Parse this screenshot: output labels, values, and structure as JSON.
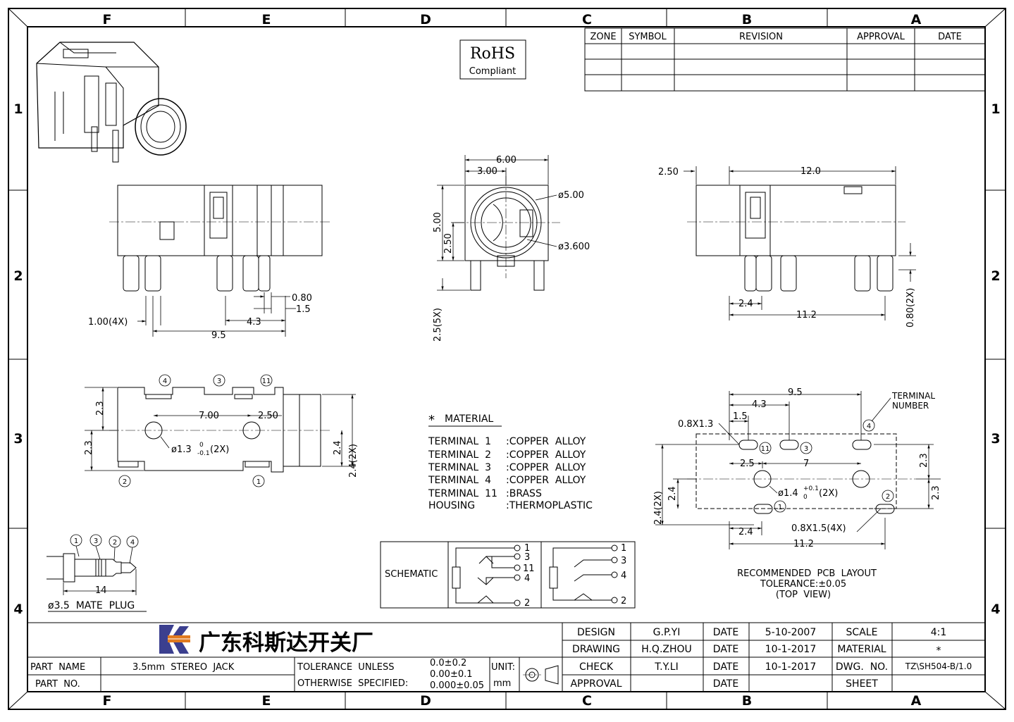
{
  "frame": {
    "columns": [
      "F",
      "E",
      "D",
      "C",
      "B",
      "A"
    ],
    "rows": [
      "1",
      "2",
      "3",
      "4"
    ]
  },
  "revision_table": {
    "headers": [
      "ZONE",
      "SYMBOL",
      "REVISION",
      "APPROVAL",
      "DATE"
    ]
  },
  "rohs": {
    "line1": "RoHS",
    "line2": "Compliant"
  },
  "side_view": {
    "d_080": "0.80",
    "d_15": "1.5",
    "d_100": "1.00(4X)",
    "d_43": "4.3",
    "d_95": "9.5"
  },
  "front_view": {
    "d_600": "6.00",
    "d_300": "3.00",
    "d_500": "5.00",
    "d_250": "2.50",
    "d_phi500": "ø5.00",
    "d_phi3600": "ø3.600",
    "d_25_5x": "2.5(5X)"
  },
  "right_view": {
    "d_250": "2.50",
    "d_120": "12.0",
    "d_24": "2.4",
    "d_112": "11.2",
    "d_080_2x": "0.80(2X)"
  },
  "bottom_view": {
    "t4": "4",
    "t3": "3",
    "t11": "11",
    "t2": "2",
    "t1": "1",
    "d_23a": "2.3",
    "d_23b": "2.3",
    "d_700": "7.00",
    "d_250": "2.50",
    "d_hole": "ø1.3",
    "d_hole_tol_top": "0",
    "d_hole_tol_bot": "-0.1",
    "d_hole_2x": "(2X)",
    "d_24": "2.4",
    "d_24_2x": "2.4(2X)"
  },
  "material": {
    "title": "MATERIAL",
    "rows": [
      {
        "name": "TERMINAL  1",
        "value": ":COPPER  ALLOY"
      },
      {
        "name": "TERMINAL  2",
        "value": ":COPPER  ALLOY"
      },
      {
        "name": "TERMINAL  3",
        "value": ":COPPER  ALLOY"
      },
      {
        "name": "TERMINAL  4",
        "value": ":COPPER  ALLOY"
      },
      {
        "name": "TERMINAL  11",
        "value": ":BRASS"
      },
      {
        "name": "HOUSING",
        "value": ":THERMOPLASTIC"
      }
    ]
  },
  "plug": {
    "n1": "1",
    "n3": "3",
    "n2": "2",
    "n4": "4",
    "d_14": "14",
    "caption": "ø3.5  MATE  PLUG"
  },
  "schematic": {
    "label": "SCHEMATIC",
    "left_pins": [
      "1",
      "3",
      "11",
      "4",
      "2"
    ],
    "right_pins": [
      "1",
      "3",
      "4",
      "2"
    ]
  },
  "pcb": {
    "terminal_label_1": "TERMINAL",
    "terminal_label_2": "NUMBER",
    "d_95": "9.5",
    "d_43": "4.3",
    "d_15": "1.5",
    "d_08x13": "0.8X1.3",
    "d_25": "2.5",
    "d_7": "7",
    "d_23a": "2.3",
    "d_23b": "2.3",
    "d_24": "2.4",
    "d_24_2x": "2.4(2X)",
    "d_hole": "ø1.4",
    "d_hole_tol_top": "+0.1",
    "d_hole_tol_bot": "0",
    "d_hole_2x": "(2X)",
    "d_24b": "2.4",
    "d_08x15": "0.8X1.5(4X)",
    "d_112": "11.2",
    "t11": "11",
    "t3": "3",
    "t4": "4",
    "t1": "1",
    "t2": "2",
    "caption1": "RECOMMENDED  PCB  LAYOUT",
    "caption2": "TOLERANCE:±0.05",
    "caption3": "(TOP  VIEW)"
  },
  "title_block": {
    "company": "广东科斯达开关厂",
    "part_name_label": "PART  NAME",
    "part_name": "3.5mm  STEREO  JACK",
    "part_no_label": "PART  NO.",
    "part_no": "",
    "tol_line1": "TOLERANCE  UNLESS",
    "tol_line2": "OTHERWISE  SPECIFIED:",
    "tol_v1": "0.0±0.2",
    "tol_v2": "0.00±0.1",
    "tol_v3": "0.000±0.05",
    "unit_label": "UNIT:",
    "unit": "mm",
    "rows": [
      {
        "role": "DESIGN",
        "name": "G.P.YI",
        "date_label": "DATE",
        "date": "5-10-2007",
        "k": "SCALE",
        "v": "4:1"
      },
      {
        "role": "DRAWING",
        "name": "H.Q.ZHOU",
        "date_label": "DATE",
        "date": "10-1-2017",
        "k": "MATERIAL",
        "v": "*"
      },
      {
        "role": "CHECK",
        "name": "T.Y.LI",
        "date_label": "DATE",
        "date": "10-1-2017",
        "k": "DWG.  NO.",
        "v": "TZ\\SH504-B/1.0"
      },
      {
        "role": "APPROVAL",
        "name": "",
        "date_label": "DATE",
        "date": "",
        "k": "SHEET",
        "v": ""
      }
    ]
  },
  "colors": {
    "logo_blue": "#3b3f8f",
    "logo_orange": "#e07a1f"
  }
}
